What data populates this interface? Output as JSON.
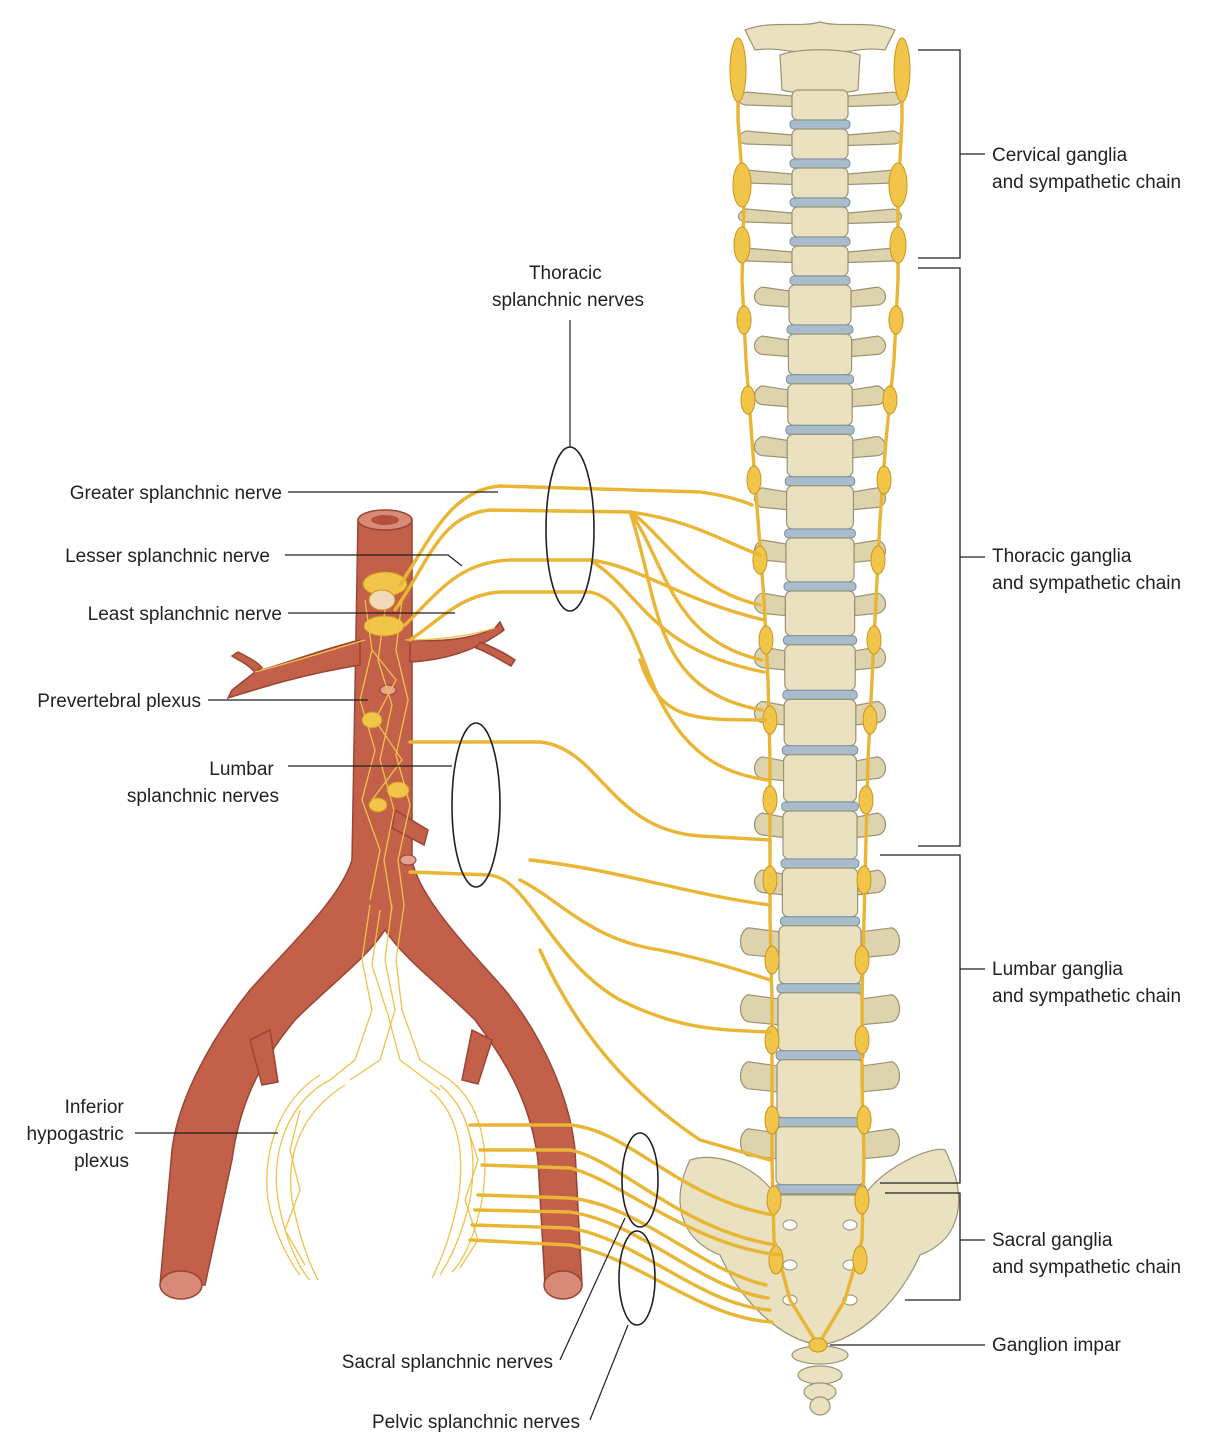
{
  "labels": {
    "thoracic_splanchnic": [
      "Thoracic",
      "splanchnic nerves"
    ],
    "greater_splanchnic": "Greater splanchnic nerve",
    "lesser_splanchnic": "Lesser splanchnic nerve",
    "least_splanchnic": "Least splanchnic nerve",
    "prevertebral_plexus": "Prevertebral plexus",
    "lumbar_splanchnic": [
      "Lumbar",
      "splanchnic nerves"
    ],
    "inferior_hypogastric": [
      "Inferior",
      "hypogastric",
      "plexus"
    ],
    "sacral_splanchnic": "Sacral splanchnic nerves",
    "pelvic_splanchnic": "Pelvic splanchnic nerves",
    "cervical_ganglia": [
      "Cervical ganglia",
      "and sympathetic chain"
    ],
    "thoracic_ganglia": [
      "Thoracic ganglia",
      "and sympathetic chain"
    ],
    "lumbar_ganglia": [
      "Lumbar ganglia",
      "and sympathetic chain"
    ],
    "sacral_ganglia": [
      "Sacral ganglia",
      "and sympathetic chain"
    ],
    "ganglion_impar": "Ganglion impar"
  },
  "colors": {
    "nerve": "#e8b534",
    "artery": "#c2604a",
    "bone": "#e9e1bf",
    "disc": "#a9bccb",
    "text": "#231f20"
  }
}
